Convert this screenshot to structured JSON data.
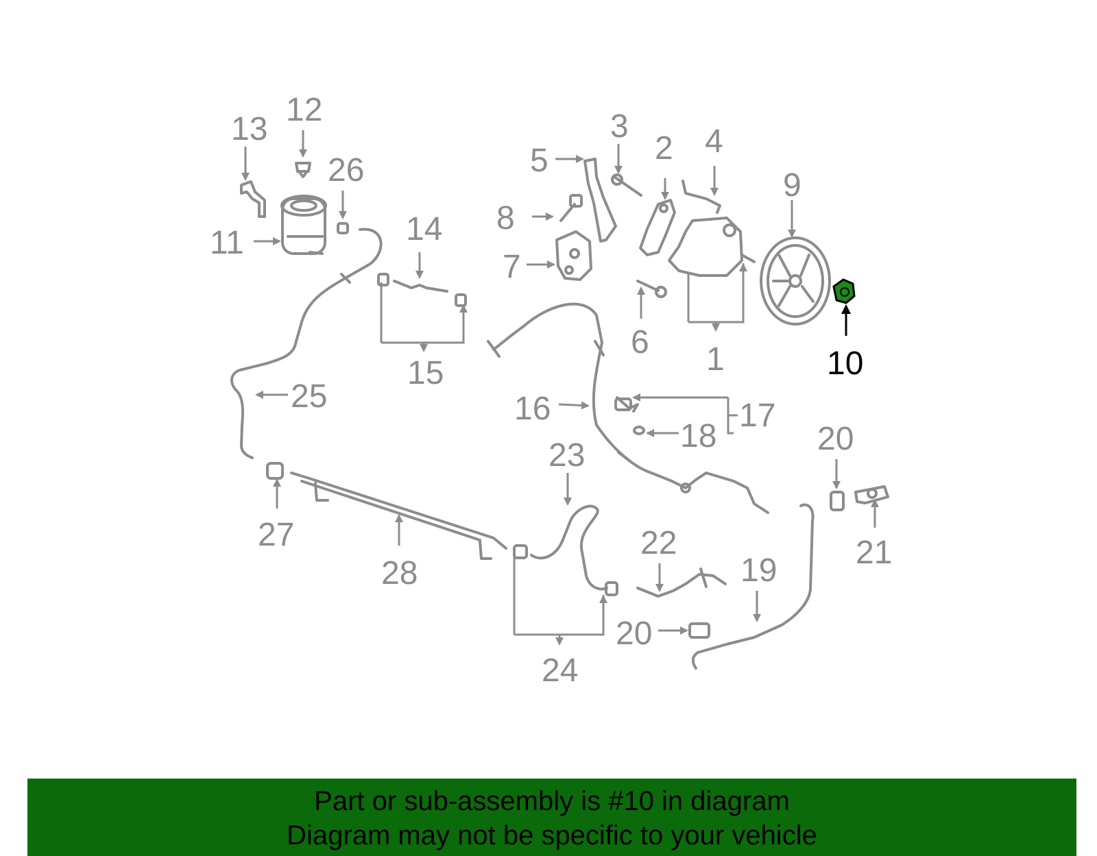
{
  "callouts": [
    "1",
    "2",
    "3",
    "4",
    "5",
    "6",
    "7",
    "8",
    "9",
    "10",
    "11",
    "12",
    "13",
    "14",
    "15",
    "16",
    "17",
    "18",
    "19",
    "20",
    "20",
    "21",
    "22",
    "23",
    "24",
    "25",
    "26",
    "27",
    "28"
  ],
  "highlighted_callout": "10",
  "colors": {
    "part_outline": "#8c8c8c",
    "highlight_fill": "#1b8a1b",
    "banner": "#0b6b0b",
    "banner_text": "#000000"
  },
  "banner": {
    "line1": "Part or sub-assembly is #10 in diagram",
    "line2": "Diagram may not be specific to your vehicle"
  }
}
